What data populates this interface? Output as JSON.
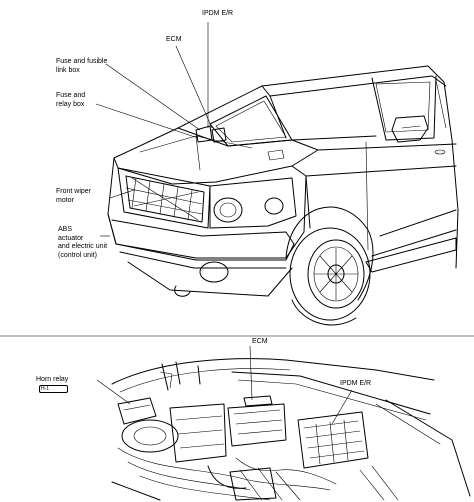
{
  "truck_view": {
    "labels": {
      "ipdm": "IPDM E/R",
      "ecm": "ECM",
      "fuse_link_box": [
        "Fuse and fusible",
        "link box"
      ],
      "fuse_relay_box": [
        "Fuse and",
        "relay box"
      ],
      "front_wiper_motor": [
        "Front wiper",
        "motor"
      ],
      "abs_unit": [
        "ABS",
        "actuator",
        "and electric unit",
        "(control unit)"
      ]
    }
  },
  "engine_bay_view": {
    "labels": {
      "ecm": "ECM",
      "horn_relay": "Horn relay",
      "horn_relay_icon": "H-1",
      "ipdm": "IPDM E/R"
    }
  }
}
